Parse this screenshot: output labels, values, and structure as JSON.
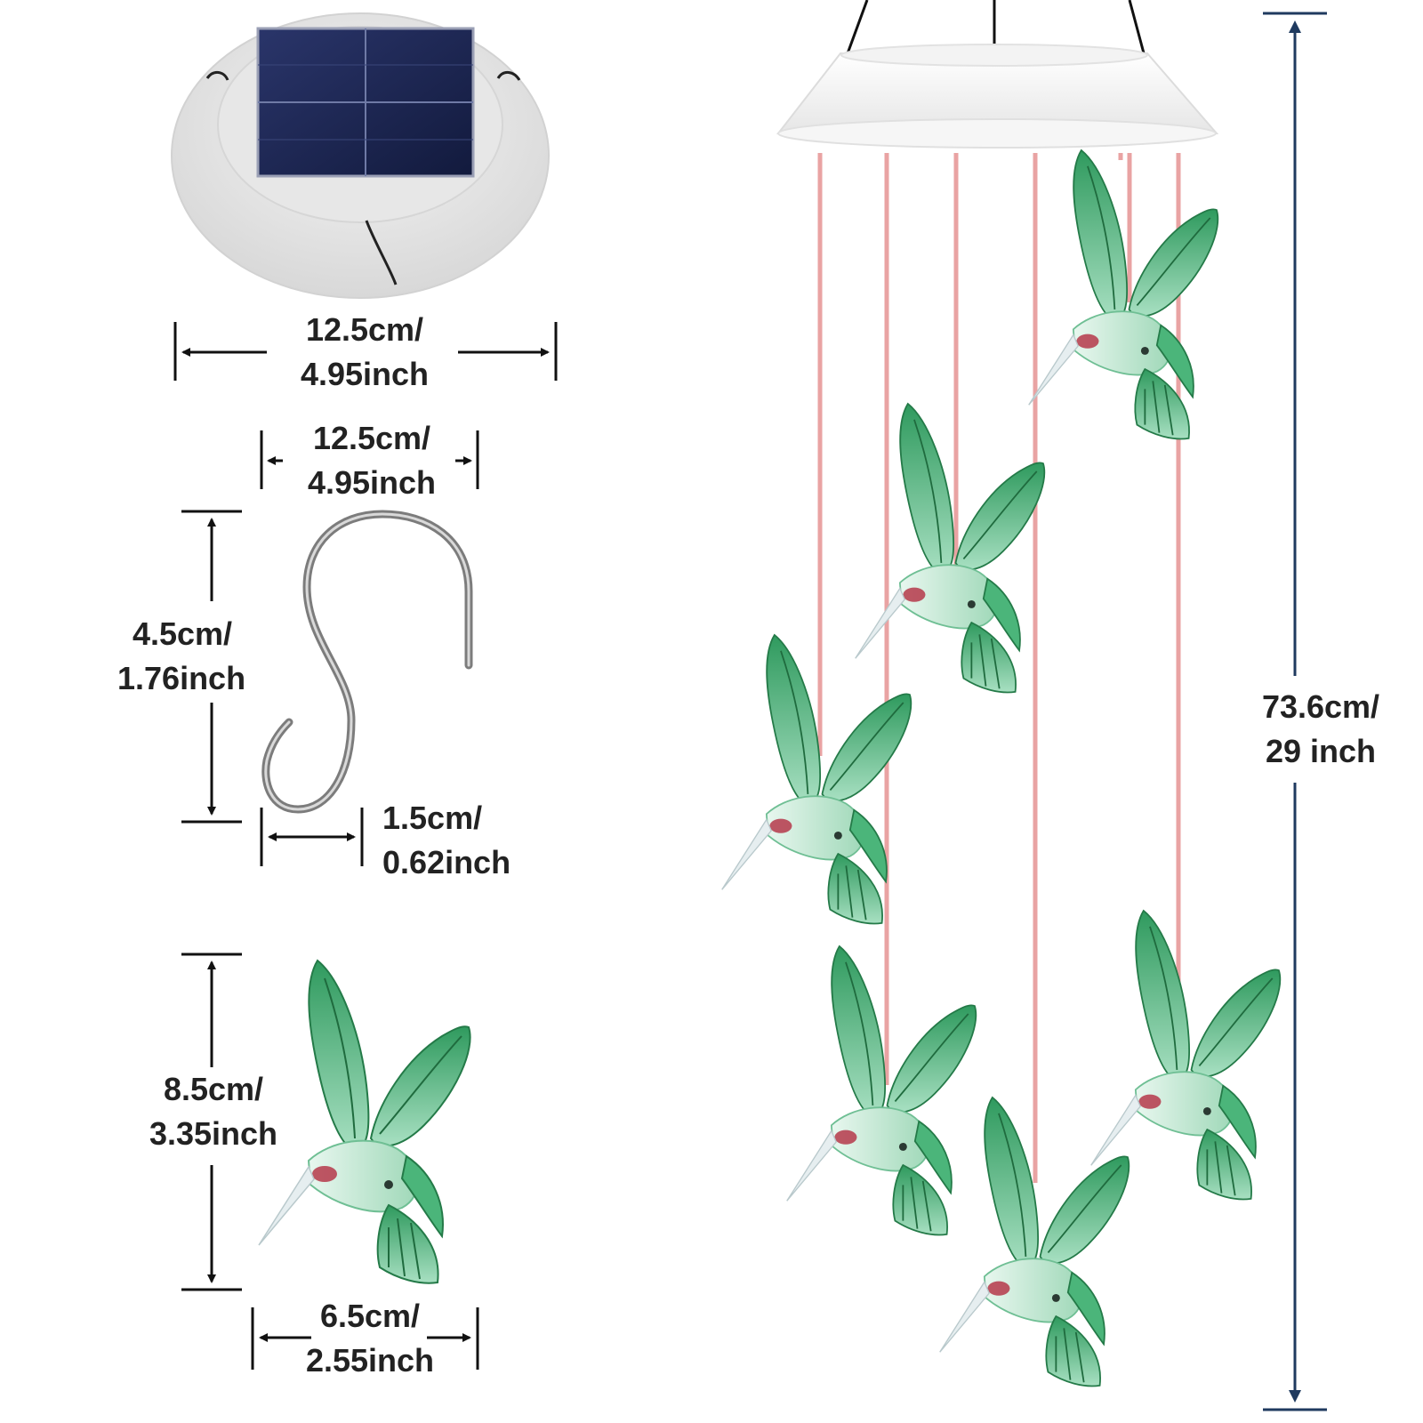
{
  "colors": {
    "dimension_line": "#111111",
    "height_arrow": "#1f3a5f",
    "hummingbird_green": "#3ea86a",
    "hummingbird_light": "#cfeee0",
    "string_pink": "#e9a3a3",
    "solar_panel": "#1c2550",
    "cap_white": "#eeeeee"
  },
  "dimensions": {
    "cap_width": {
      "line1": "12.5cm/",
      "line2": "4.95inch"
    },
    "hook_width_top": {
      "line1": "12.5cm/",
      "line2": "4.95inch"
    },
    "hook_height": {
      "line1": "4.5cm/",
      "line2": "1.76inch"
    },
    "hook_gap": {
      "line1": "1.5cm/",
      "line2": "0.62inch"
    },
    "bird_height": {
      "line1": "8.5cm/",
      "line2": "3.35inch"
    },
    "bird_width": {
      "line1": "6.5cm/",
      "line2": "2.55inch"
    },
    "total_length": {
      "line1": "73.6cm/",
      "line2": "29 inch"
    }
  },
  "product": {
    "parts": [
      "solar-cap",
      "s-hook",
      "hummingbird",
      "wind-chime"
    ],
    "hummingbird_count": 6,
    "string_count": 7
  }
}
